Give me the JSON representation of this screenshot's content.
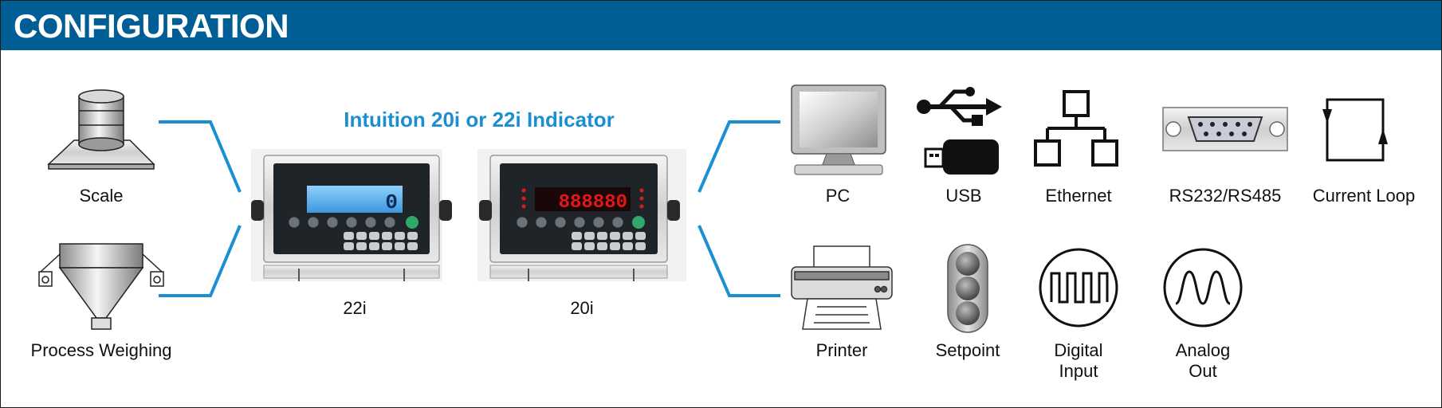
{
  "header": {
    "title": "CONFIGURATION"
  },
  "indicator": {
    "title": "Intuition 20i or 22i Indicator",
    "display_22i": "0",
    "display_20i": "888880"
  },
  "inputs": [
    {
      "label": "Scale",
      "icon": "scale-icon"
    },
    {
      "label": "Process Weighing",
      "icon": "hopper-icon"
    }
  ],
  "models": [
    {
      "label": "22i",
      "display": "lcd-backlit"
    },
    {
      "label": "20i",
      "display": "red-led"
    }
  ],
  "outputs_top": [
    {
      "label": "PC",
      "icon": "pc-monitor-icon"
    },
    {
      "label": "USB",
      "icon": "usb-icon"
    },
    {
      "label": "Ethernet",
      "icon": "ethernet-icon"
    },
    {
      "label": "RS232/RS485",
      "icon": "db9-connector-icon"
    },
    {
      "label": "Current Loop",
      "icon": "current-loop-icon"
    }
  ],
  "outputs_bottom": [
    {
      "label": "Printer",
      "icon": "printer-icon"
    },
    {
      "label": "Setpoint",
      "icon": "setpoint-light-icon"
    },
    {
      "label_line1": "Digital",
      "label_line2": "Input",
      "icon": "square-wave-icon"
    },
    {
      "label_line1": "Analog",
      "label_line2": "Out",
      "icon": "sine-wave-icon"
    }
  ],
  "colors": {
    "header_bg": "#005e94",
    "connector": "#1b8fd2",
    "indicator_title": "#1b8fd2",
    "lcd_blue": "#4aa8e8",
    "led_red": "#e01818"
  }
}
